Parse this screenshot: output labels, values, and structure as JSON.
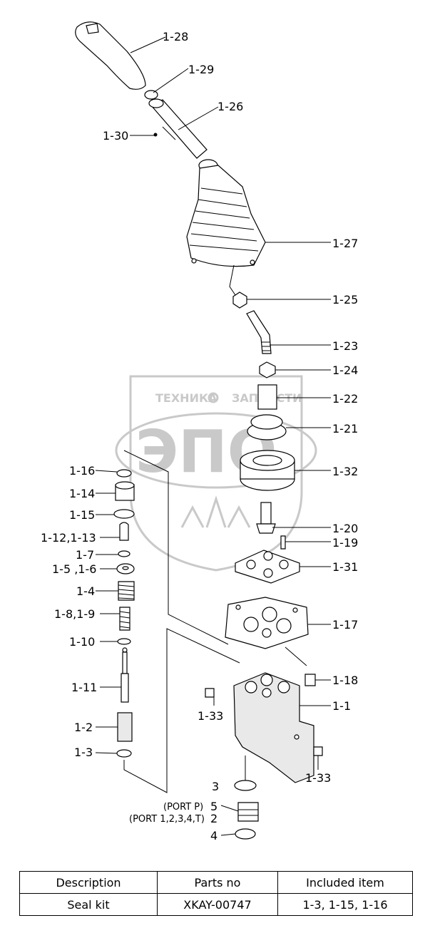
{
  "watermark": {
    "line1": "ТЕХНИКА",
    "line2": "ЗАПЧАСТИ",
    "logo": "ЭПО"
  },
  "labels": {
    "p1_28": "1-28",
    "p1_29": "1-29",
    "p1_26": "1-26",
    "p1_30": "1-30",
    "p1_27": "1-27",
    "p1_25": "1-25",
    "p1_23": "1-23",
    "p1_24": "1-24",
    "p1_22": "1-22",
    "p1_21": "1-21",
    "p1_32": "1-32",
    "p1_16": "1-16",
    "p1_14": "1-14",
    "p1_15": "1-15",
    "p1_12_13": "1-12,1-13",
    "p1_7": "1-7",
    "p1_5_6": "1-5 ,1-6",
    "p1_4": "1-4",
    "p1_8_9": "1-8,1-9",
    "p1_10": "1-10",
    "p1_11": "1-11",
    "p1_2": "1-2",
    "p1_3": "1-3",
    "p1_20": "1-20",
    "p1_19": "1-19",
    "p1_31": "1-31",
    "p1_17": "1-17",
    "p1_18": "1-18",
    "p1_1": "1-1",
    "p1_33a": "1-33",
    "p1_33b": "1-33",
    "p3": "3",
    "port_p": "(PORT P)",
    "p5": "5",
    "port_1234t": "(PORT 1,2,3,4,T)",
    "p2": "2",
    "p4": "4"
  },
  "table": {
    "headers": [
      "Description",
      "Parts no",
      "Included item"
    ],
    "rows": [
      [
        "Seal kit",
        "XKAY-00747",
        "1-3, 1-15, 1-16"
      ]
    ]
  }
}
